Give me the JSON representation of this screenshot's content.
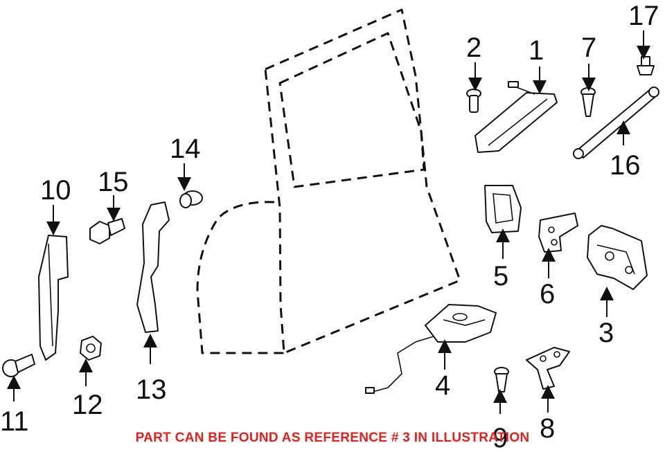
{
  "callouts": [
    {
      "id": "1",
      "label": "1"
    },
    {
      "id": "2",
      "label": "2"
    },
    {
      "id": "3",
      "label": "3"
    },
    {
      "id": "4",
      "label": "4"
    },
    {
      "id": "5",
      "label": "5"
    },
    {
      "id": "6",
      "label": "6"
    },
    {
      "id": "7",
      "label": "7"
    },
    {
      "id": "8",
      "label": "8"
    },
    {
      "id": "9",
      "label": "9"
    },
    {
      "id": "10",
      "label": "10"
    },
    {
      "id": "11",
      "label": "11"
    },
    {
      "id": "12",
      "label": "12"
    },
    {
      "id": "13",
      "label": "13"
    },
    {
      "id": "14",
      "label": "14"
    },
    {
      "id": "15",
      "label": "15"
    },
    {
      "id": "16",
      "label": "16"
    },
    {
      "id": "17",
      "label": "17"
    }
  ],
  "footer_note": "PART CAN BE FOUND AS REFERENCE # 3 IN ILLUSTRATION",
  "colors": {
    "line": "#111111",
    "note": "#e3201b",
    "background": "#ffffff"
  }
}
